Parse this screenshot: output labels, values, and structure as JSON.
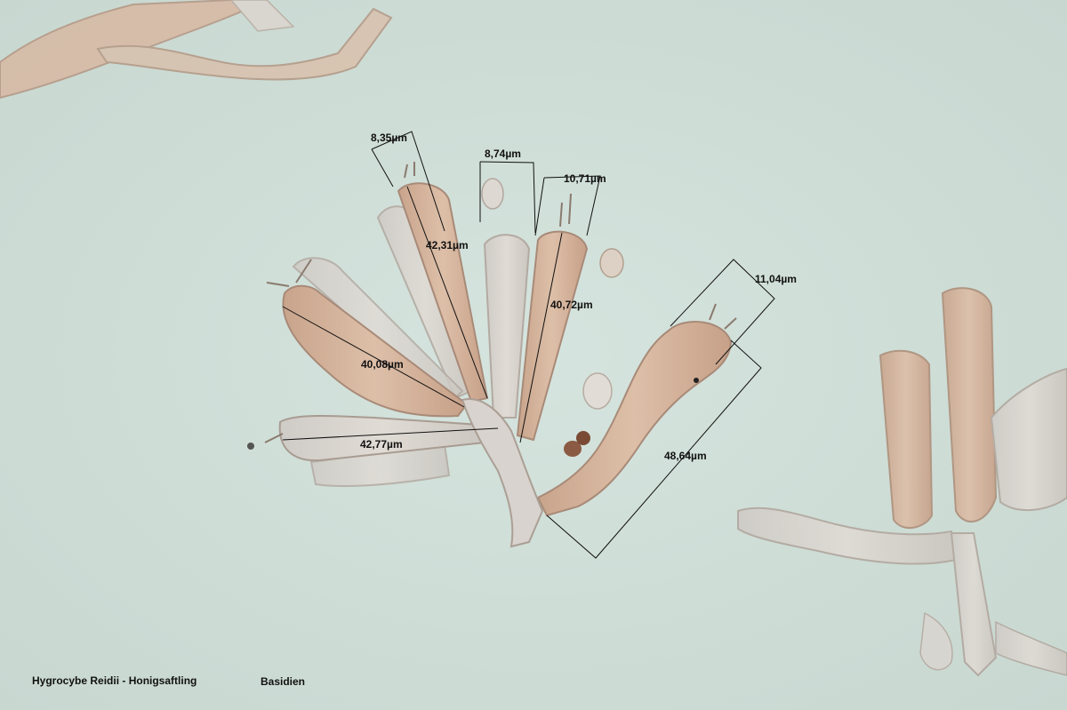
{
  "caption": {
    "species": "Hygrocybe Reidii - Honigsaftling",
    "subject": "Basidien"
  },
  "measurements": {
    "w1": "8,35µm",
    "w2": "8,74µm",
    "w3": "10,71µm",
    "w4": "11,04µm",
    "l1": "42,31µm",
    "l2": "40,72µm",
    "l3": "40,08µm",
    "l4": "42,77µm",
    "l5": "48,64µm"
  },
  "colors": {
    "background": "#cfdfd8",
    "cell_fill": "#d8b8a0",
    "cell_pale": "#d4d0cc",
    "cell_edge": "#a88a78",
    "line": "#111111"
  }
}
